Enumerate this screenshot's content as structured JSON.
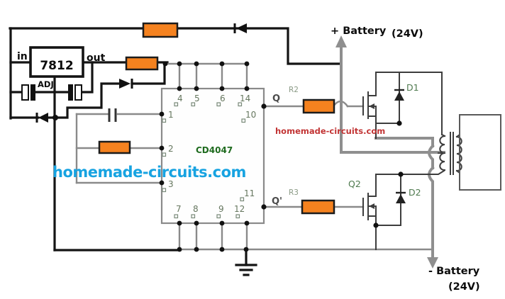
{
  "schematic": {
    "regulator": {
      "part": "7812",
      "pin_in": "in",
      "pin_out": "out",
      "pin_adj": "ADJ"
    },
    "ic": {
      "part": "CD4047",
      "pins_top": [
        "4",
        "5",
        "6",
        "14"
      ],
      "pins_left": [
        "1",
        "2",
        "3"
      ],
      "pin_q": "10",
      "pin_qbar": "11",
      "pins_bottom": [
        "7",
        "8",
        "9",
        "12"
      ],
      "out_q": "Q",
      "out_qbar": "Q'"
    },
    "mosfets": {
      "q2": "Q2"
    },
    "diodes": {
      "d1": "D1",
      "d2": "D2"
    },
    "resistors": {
      "r2": "R2",
      "r3": "R3"
    },
    "supply": {
      "positive": "+ Battery",
      "positive_voltage": "(24V)",
      "negative": "- Battery",
      "negative_voltage": "(24V)"
    },
    "watermarks": {
      "red": "homemade-circuits.com",
      "blue": "homemade-circuits.com"
    }
  },
  "colors": {
    "resistor_fill": "#f5821f",
    "wire_black": "#141414",
    "wire_gray": "#8a8a8a",
    "battery_gray": "#8f8f8f",
    "ic_text_green": "#1f6b1f",
    "component_label_green": "#4f7a4f",
    "pin_number_gray": "#66775f",
    "watermark_red": "#c23434",
    "watermark_blue": "#17a3e1"
  }
}
